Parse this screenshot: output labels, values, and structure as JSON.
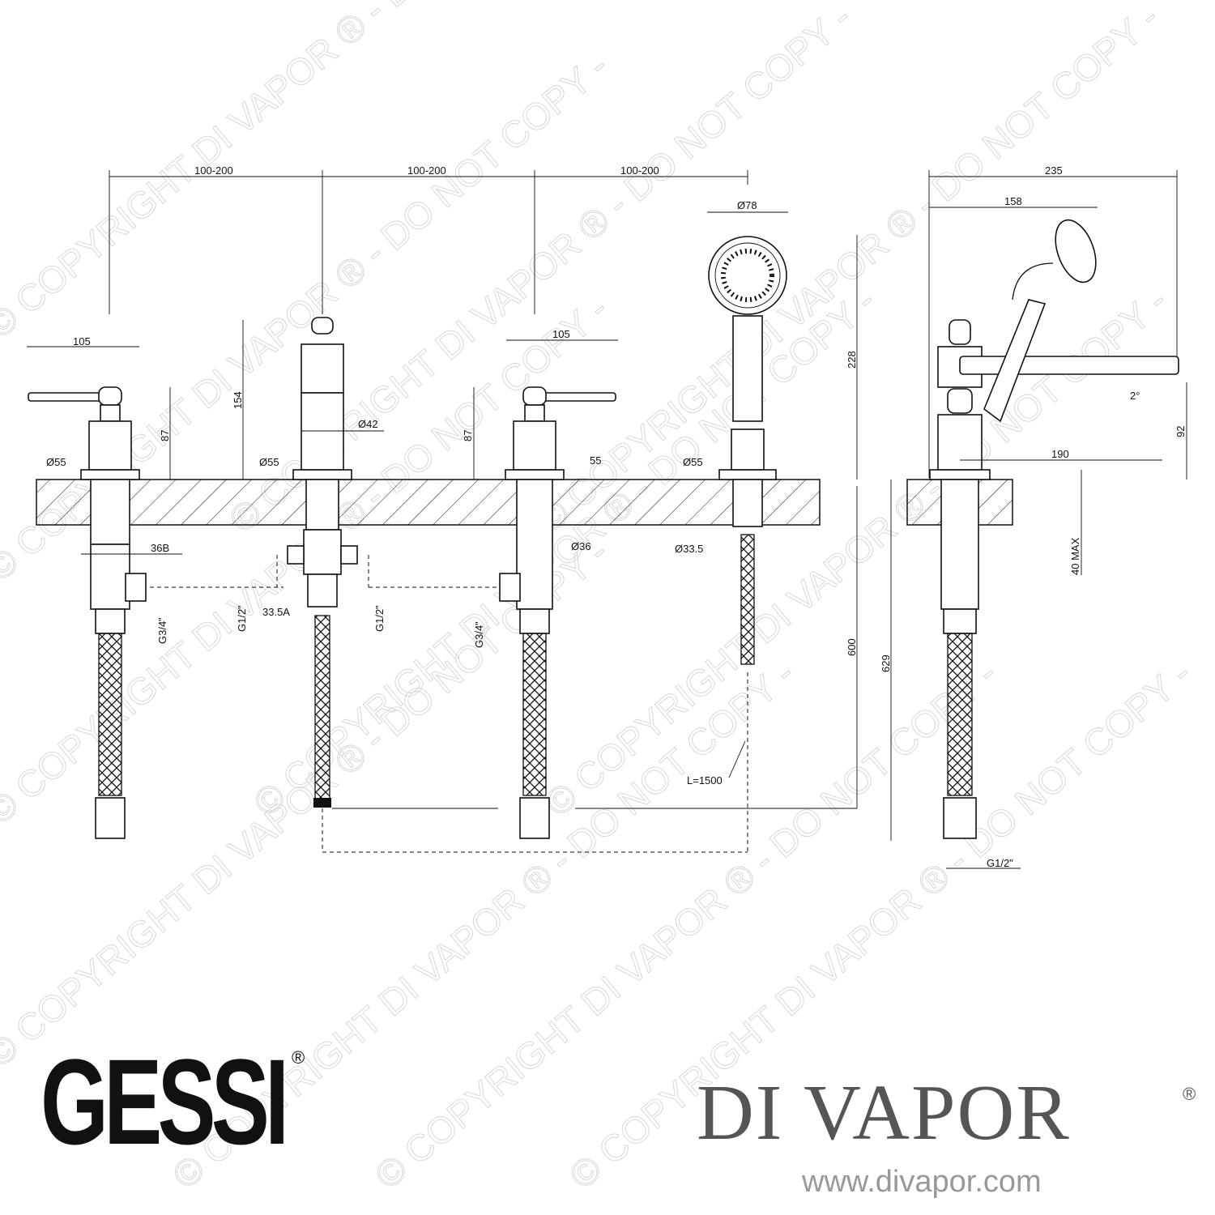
{
  "watermark": "© COPYRIGHT DI VAPOR ® - DO NOT COPY -",
  "logos": {
    "gessi": "GESSI",
    "gessi_reg": "®",
    "divapor": "DI VAPOR",
    "divapor_reg": "®",
    "url": "www.divapor.com"
  },
  "dims": {
    "spacing1": "100-200",
    "spacing2": "100-200",
    "spacing3": "100-200",
    "lever_left": "105",
    "lever_right": "105",
    "h_left": "87",
    "h_right": "87",
    "h_spout": "154",
    "h_shower": "228",
    "dia55_a": "Ø55",
    "dia55_b": "Ø55",
    "dia55_c": "Ø55",
    "w55": "55",
    "dia42": "Ø42",
    "dia78": "Ø78",
    "nut36b": "36B",
    "dia36": "Ø36",
    "dia33_5": "Ø33.5",
    "nut33_5a": "33.5A",
    "g34_left": "G3/4\"",
    "g34_right": "G3/4\"",
    "g12_left": "G1/2\"",
    "g12_right": "G1/2\"",
    "g12_side": "G1/2\"",
    "hose": "L=1500",
    "depth600": "600",
    "side_235": "235",
    "side_158": "158",
    "side_190": "190",
    "side_92": "92",
    "side_angle": "2°",
    "side_40max": "40 MAX",
    "side_629": "629"
  }
}
